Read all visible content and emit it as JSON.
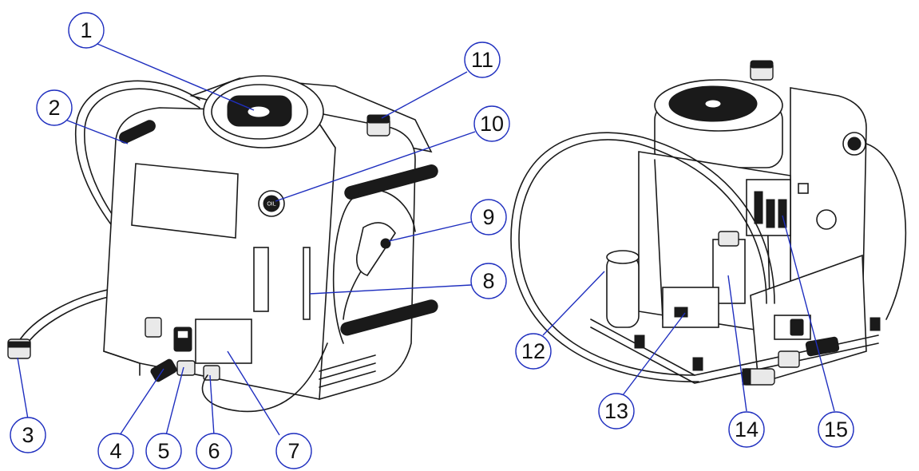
{
  "callouts": [
    {
      "id": "1",
      "label": "1"
    },
    {
      "id": "2",
      "label": "2"
    },
    {
      "id": "3",
      "label": "3"
    },
    {
      "id": "4",
      "label": "4"
    },
    {
      "id": "5",
      "label": "5"
    },
    {
      "id": "6",
      "label": "6"
    },
    {
      "id": "7",
      "label": "7"
    },
    {
      "id": "8",
      "label": "8"
    },
    {
      "id": "9",
      "label": "9"
    },
    {
      "id": "10",
      "label": "10"
    },
    {
      "id": "11",
      "label": "11"
    },
    {
      "id": "12",
      "label": "12"
    },
    {
      "id": "13",
      "label": "13"
    },
    {
      "id": "14",
      "label": "14"
    },
    {
      "id": "15",
      "label": "15"
    }
  ],
  "oil_cap_label": "OIL",
  "colors": {
    "callout_stroke": "#1f2fbf",
    "line": "#1a1a1a"
  }
}
